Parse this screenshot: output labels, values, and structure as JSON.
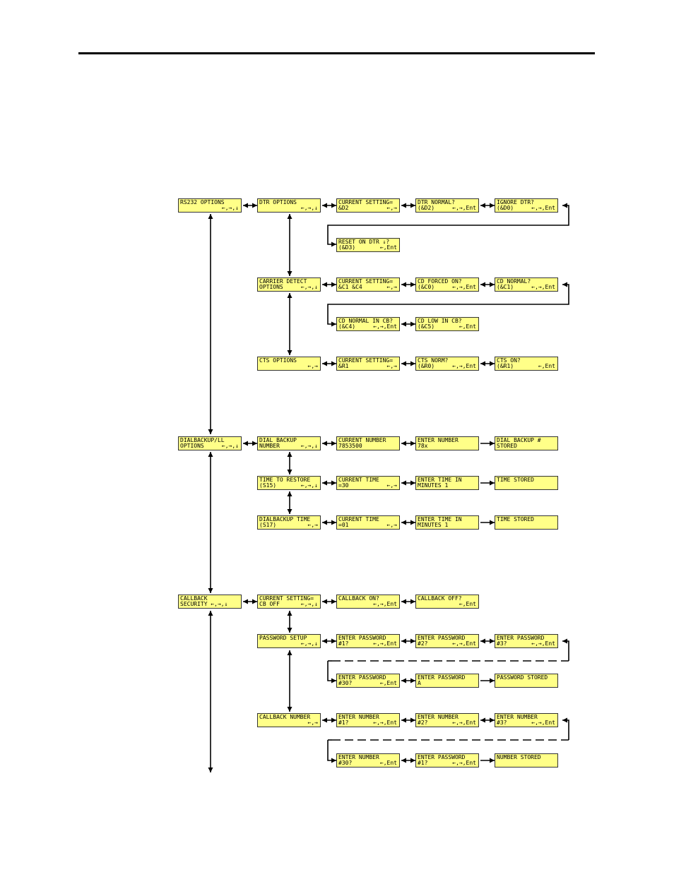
{
  "boxes": {
    "rs232_options": {
      "l1": "RS232 OPTIONS",
      "l2": "",
      "k2": "←,→,↓"
    },
    "dtr_options": {
      "l1": "DTR OPTIONS",
      "l2": "",
      "k2": "←,→,↓"
    },
    "dtr_current_setting": {
      "l1": "CURRENT SETTING=",
      "l2": "&D2",
      "k2": "←,→"
    },
    "dtr_normal": {
      "l1": "DTR NORMAL?",
      "l2": "(&D2)",
      "k2": "←,→,Ent"
    },
    "ignore_dtr": {
      "l1": "IGNORE DTR?",
      "l2": "(&D0)",
      "k2": "←,→,Ent"
    },
    "reset_on_dtr": {
      "l1": "RESET ON DTR ↓?",
      "l2": "(&D3)",
      "k2": "←,Ent"
    },
    "carrier_detect_options": {
      "l1": "CARRIER DETECT",
      "l2": "OPTIONS",
      "k2": "←,→,↓"
    },
    "cd_current_setting": {
      "l1": "CURRENT SETTING=",
      "l2": "&C1 &C4",
      "k2": "←,→"
    },
    "cd_forced_on": {
      "l1": "CD FORCED ON?",
      "l2": "(&C0)",
      "k2": "←,→,Ent"
    },
    "cd_normal": {
      "l1": "CD NORMAL?",
      "l2": "(&C1)",
      "k2": "←,→,Ent"
    },
    "cd_normal_in_cb": {
      "l1": "CD NORMAL IN CB?",
      "l2": "(&C4)",
      "k2": "←,→,Ent"
    },
    "cd_low_in_cb": {
      "l1": "CD LOW IN CB?",
      "l2": "(&C5)",
      "k2": "←,Ent"
    },
    "cts_options": {
      "l1": "CTS OPTIONS",
      "l2": "",
      "k2": "←,→"
    },
    "cts_current_setting": {
      "l1": "CURRENT SETTING=",
      "l2": "&R1",
      "k2": "←,→"
    },
    "cts_norm": {
      "l1": "CTS NORM?",
      "l2": "(&R0)",
      "k2": "←,→,Ent"
    },
    "cts_on": {
      "l1": "CTS ON?",
      "l2": "(&R1)",
      "k2": "←,Ent"
    },
    "dialbackup_ll_options": {
      "l1": "DIALBACKUP/LL",
      "l2": "OPTIONS",
      "k2": "←,→,↓"
    },
    "dial_backup_number": {
      "l1": "DIAL BACKUP",
      "l2": "NUMBER",
      "k2": "←,→,↓"
    },
    "current_number": {
      "l1": "CURRENT NUMBER",
      "l2": "7853500",
      "k2": ""
    },
    "enter_number": {
      "l1": "ENTER NUMBER",
      "l2": "78x",
      "k2": ""
    },
    "dial_backup_stored": {
      "l1": "DIAL BACKUP #",
      "l2": "STORED",
      "k2": ""
    },
    "time_to_restore": {
      "l1": "TIME TO RESTORE",
      "l2": "(S15)",
      "k2": "←,→,↓"
    },
    "restore_current_time": {
      "l1": "CURRENT TIME",
      "l2": "=30",
      "k2": "←,→"
    },
    "restore_enter_time": {
      "l1": "ENTER TIME IN",
      "l2": "MINUTES 1",
      "k2": ""
    },
    "restore_time_stored": {
      "l1": "TIME STORED",
      "l2": "",
      "k2": ""
    },
    "dialbackup_time": {
      "l1": "DIALBACKUP TIME",
      "l2": "(S17)",
      "k2": "←,→"
    },
    "dialbackup_current_time": {
      "l1": "CURRENT TIME",
      "l2": "=01",
      "k2": "←,→"
    },
    "dialbackup_enter_time": {
      "l1": "ENTER TIME IN",
      "l2": "MINUTES 1",
      "k2": ""
    },
    "dialbackup_time_stored": {
      "l1": "TIME STORED",
      "l2": "",
      "k2": ""
    },
    "callback_security": {
      "l1": "CALLBACK",
      "l2": "SECURITY ←,→,↓",
      "k2": ""
    },
    "cb_current_setting": {
      "l1": "CURRENT SETTING=",
      "l2": "CB OFF",
      "k2": "←,→,↓"
    },
    "callback_on": {
      "l1": "CALLBACK ON?",
      "l2": "",
      "k2": "←,→,Ent"
    },
    "callback_off": {
      "l1": "CALLBACK OFF?",
      "l2": "",
      "k2": "←,Ent"
    },
    "password_setup": {
      "l1": "PASSWORD SETUP",
      "l2": "",
      "k2": "←,→,↓"
    },
    "enter_password_1": {
      "l1": "ENTER PASSWORD",
      "l2": "#1?",
      "k2": "←,→,Ent"
    },
    "enter_password_2": {
      "l1": "ENTER PASSWORD",
      "l2": "#2?",
      "k2": "←,→,Ent"
    },
    "enter_password_3": {
      "l1": "ENTER PASSWORD",
      "l2": "#3?",
      "k2": "←,→,Ent"
    },
    "enter_password_30": {
      "l1": "ENTER PASSWORD",
      "l2": "#30?",
      "k2": "←,Ent"
    },
    "enter_password_a": {
      "l1": "ENTER PASSWORD",
      "l2": "A",
      "k2": ""
    },
    "password_stored": {
      "l1": "PASSWORD STORED",
      "l2": "",
      "k2": ""
    },
    "callback_number": {
      "l1": "CALLBACK NUMBER",
      "l2": "",
      "k2": "←,→"
    },
    "enter_number_1": {
      "l1": "ENTER NUMBER",
      "l2": "#1?",
      "k2": "←,→,Ent"
    },
    "enter_number_2": {
      "l1": "ENTER NUMBER",
      "l2": "#2?",
      "k2": "←,→,Ent"
    },
    "enter_number_3": {
      "l1": "ENTER NUMBER",
      "l2": "#3?",
      "k2": "←,→,Ent"
    },
    "enter_number_30": {
      "l1": "ENTER NUMBER",
      "l2": "#30?",
      "k2": "←,Ent"
    },
    "cb_enter_password_1": {
      "l1": "ENTER PASSWORD",
      "l2": "#1?",
      "k2": "←,→,Ent"
    },
    "number_stored": {
      "l1": "NUMBER STORED",
      "l2": "",
      "k2": ""
    }
  },
  "colors": {
    "box_fill": "#ffff88",
    "box_border": "#333333",
    "line": "#000000"
  }
}
